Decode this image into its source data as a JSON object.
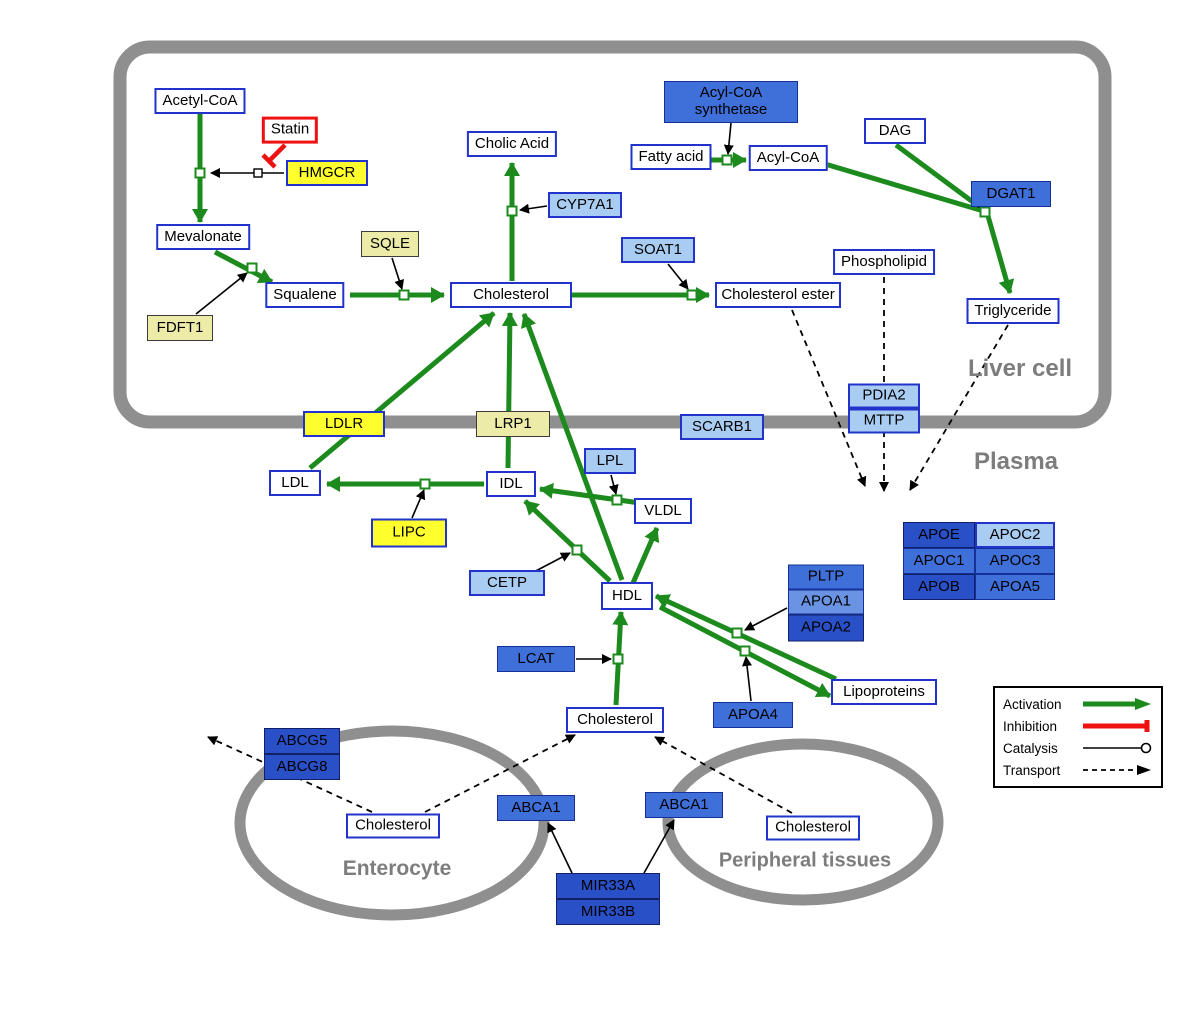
{
  "compartments": {
    "liver": "Liver cell",
    "plasma": "Plasma",
    "enterocyte": "Enterocyte",
    "peripheral": "Peripheral tissues"
  },
  "nodes": {
    "acetyl_coa": "Acetyl-CoA",
    "statin": "Statin",
    "hmgcr": "HMGCR",
    "mevalonate": "Mevalonate",
    "sqle": "SQLE",
    "fdft1": "FDFT1",
    "squalene": "Squalene",
    "cholesterol_liver": "Cholesterol",
    "cholic_acid": "Cholic Acid",
    "cyp7a1": "CYP7A1",
    "soat1": "SOAT1",
    "cholesterol_ester": "Cholesterol ester",
    "acyl_coa_synthetase": "Acyl-CoA synthetase",
    "fatty_acid": "Fatty acid",
    "acyl_coa": "Acyl-CoA",
    "dag": "DAG",
    "dgat1": "DGAT1",
    "phospholipid": "Phospholipid",
    "triglyceride": "Triglyceride",
    "pdia2": "PDIA2",
    "mttp": "MTTP",
    "ldlr": "LDLR",
    "lrp1": "LRP1",
    "scarb1": "SCARB1",
    "ldl": "LDL",
    "idl": "IDL",
    "lpl": "LPL",
    "vldl": "VLDL",
    "lipc": "LIPC",
    "cetp": "CETP",
    "hdl": "HDL",
    "pltp": "PLTP",
    "apoa1": "APOA1",
    "apoa2": "APOA2",
    "lcat": "LCAT",
    "apoa4": "APOA4",
    "lipoproteins": "Lipoproteins",
    "apoe": "APOE",
    "apoc2": "APOC2",
    "apoc1": "APOC1",
    "apoc3": "APOC3",
    "apob": "APOB",
    "apoa5": "APOA5",
    "cholesterol_plasma": "Cholesterol",
    "abcg5": "ABCG5",
    "abcg8": "ABCG8",
    "cholesterol_enterocyte": "Cholesterol",
    "abca1_left": "ABCA1",
    "abca1_right": "ABCA1",
    "cholesterol_peripheral": "Cholesterol",
    "mir33a": "MIR33A",
    "mir33b": "MIR33B"
  },
  "legend": {
    "activation": "Activation",
    "inhibition": "Inhibition",
    "catalysis": "Catalysis",
    "transport": "Transport"
  },
  "colors": {
    "activation_green": "#1c8a1c",
    "inhibition_red": "#ee1111",
    "membrane_gray": "#8f8f8f",
    "metabolite_border_blue": "#2233cc",
    "gene_yellow": "#ffff2e",
    "gene_pale_yellow": "#ececa8",
    "gene_light_blue": "#a9cdf2",
    "gene_mid_blue": "#3f6fd8",
    "gene_dark_blue": "#2a50c8"
  }
}
